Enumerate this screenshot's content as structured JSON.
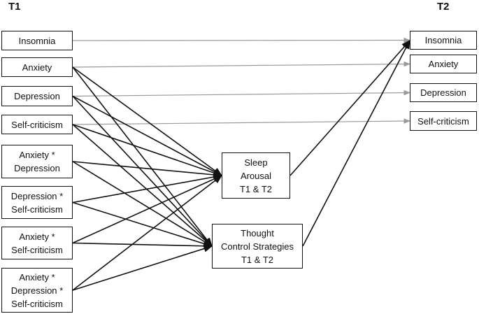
{
  "headers": {
    "t1": "T1",
    "t2": "T2"
  },
  "t1_nodes": [
    {
      "id": "t1_insomnia",
      "label": "Insomnia"
    },
    {
      "id": "t1_anxiety",
      "label": "Anxiety"
    },
    {
      "id": "t1_depression",
      "label": "Depression"
    },
    {
      "id": "t1_selfcrit",
      "label": "Self-criticism"
    },
    {
      "id": "t1_anx_dep",
      "label": "Anxiety *\nDepression"
    },
    {
      "id": "t1_dep_sc",
      "label": "Depression *\nSelf-criticism"
    },
    {
      "id": "t1_anx_sc",
      "label": "Anxiety *\nSelf-criticism"
    },
    {
      "id": "t1_anx_dep_sc",
      "label": "Anxiety *\nDepression *\nSelf-criticism"
    }
  ],
  "mediators": [
    {
      "id": "med_sleep",
      "label": "Sleep\nArousal\nT1 & T2"
    },
    {
      "id": "med_tcs",
      "label": "Thought\nControl Strategies\nT1 & T2"
    }
  ],
  "t2_nodes": [
    {
      "id": "t2_insomnia",
      "label": "Insomnia"
    },
    {
      "id": "t2_anxiety",
      "label": "Anxiety"
    },
    {
      "id": "t2_depression",
      "label": "Depression"
    },
    {
      "id": "t2_selfcrit",
      "label": "Self-criticism"
    }
  ],
  "paths": [
    {
      "from": "t1_insomnia",
      "to": "t2_insomnia",
      "style": "autoregressive"
    },
    {
      "from": "t1_anxiety",
      "to": "t2_anxiety",
      "style": "autoregressive"
    },
    {
      "from": "t1_depression",
      "to": "t2_depression",
      "style": "autoregressive"
    },
    {
      "from": "t1_selfcrit",
      "to": "t2_selfcrit",
      "style": "autoregressive"
    },
    {
      "from": "t1_anxiety",
      "to": "med_sleep",
      "style": "main"
    },
    {
      "from": "t1_anxiety",
      "to": "med_tcs",
      "style": "main"
    },
    {
      "from": "t1_depression",
      "to": "med_sleep",
      "style": "main"
    },
    {
      "from": "t1_depression",
      "to": "med_tcs",
      "style": "main"
    },
    {
      "from": "t1_selfcrit",
      "to": "med_sleep",
      "style": "main"
    },
    {
      "from": "t1_selfcrit",
      "to": "med_tcs",
      "style": "main"
    },
    {
      "from": "t1_anx_dep",
      "to": "med_sleep",
      "style": "main"
    },
    {
      "from": "t1_anx_dep",
      "to": "med_tcs",
      "style": "main"
    },
    {
      "from": "t1_dep_sc",
      "to": "med_sleep",
      "style": "main"
    },
    {
      "from": "t1_dep_sc",
      "to": "med_tcs",
      "style": "main"
    },
    {
      "from": "t1_anx_sc",
      "to": "med_sleep",
      "style": "main"
    },
    {
      "from": "t1_anx_sc",
      "to": "med_tcs",
      "style": "main"
    },
    {
      "from": "t1_anx_dep_sc",
      "to": "med_sleep",
      "style": "main"
    },
    {
      "from": "t1_anx_dep_sc",
      "to": "med_tcs",
      "style": "main"
    },
    {
      "from": "med_sleep",
      "to": "t2_insomnia",
      "style": "main"
    },
    {
      "from": "med_tcs",
      "to": "t2_insomnia",
      "style": "main"
    }
  ],
  "colors": {
    "main_path": "#111111",
    "autoregressive_path": "#9a9a9a",
    "box_border": "#111111"
  }
}
